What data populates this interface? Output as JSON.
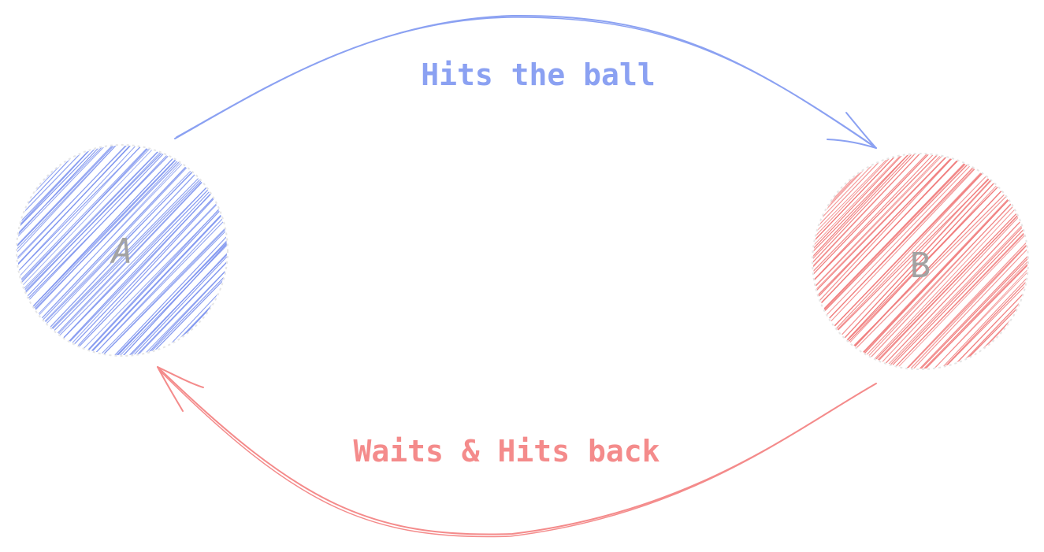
{
  "nodes": [
    {
      "id": "A",
      "label": "A",
      "color": "#7f95ef"
    },
    {
      "id": "B",
      "label": "B",
      "color": "#f07b7b"
    }
  ],
  "edges": [
    {
      "from": "A",
      "to": "B",
      "label": "Hits the ball",
      "color": "#8ba1f2"
    },
    {
      "from": "B",
      "to": "A",
      "label": "Waits & Hits back",
      "color": "#f48b8b"
    }
  ],
  "colors": {
    "background": "#ffffff",
    "node_label": "#a3a3a3",
    "node_outline": "#e4e4e4"
  }
}
